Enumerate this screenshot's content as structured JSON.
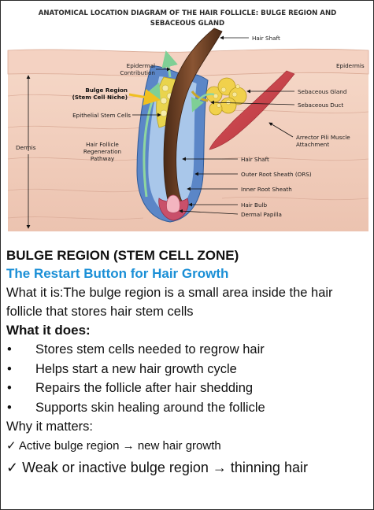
{
  "diagram": {
    "title_line1": "ANATOMICAL LOCATION DIAGRAM OF THE HAIR FOLLICLE: BULGE REGION AND",
    "title_line2": "SEBACEOUS GLAND",
    "labels": {
      "hair_shaft_top": "Hair Shaft",
      "epidermis": "Epidermis",
      "epidermal_contribution_1": "Epidermal",
      "epidermal_contribution_2": "Contribution",
      "bulge_region_1": "Bulge Region",
      "bulge_region_2": "(Stem Cell Niche)",
      "epithelial_stem_cells": "Epithelial Stem Cells",
      "sebaceous_gland": "Sebaceous Gland",
      "sebaceous_duct": "Sebaceous Duct",
      "dermis": "Dermis",
      "regen_1": "Hair Follicle",
      "regen_2": "Regeneration",
      "regen_3": "Pathway",
      "arrector_1": "Arrector Pili Muscle",
      "arrector_2": "Attachment",
      "hair_shaft_mid": "Hair Shaft",
      "ors": "Outer Root Sheath (ORS)",
      "irs": "Inner Root Sheath",
      "hair_bulb": "Hair Bulb",
      "dermal_papilla": "Dermal Papilla"
    },
    "colors": {
      "skin": "#f0cdbb",
      "follicle_blue": "#5a86c6",
      "bulge_yellow": "#e8d24a",
      "hair_brown": "#6b3d22",
      "muscle_red": "#c9424a",
      "arrow_green": "#8ed6a0"
    }
  },
  "content": {
    "heading": "BULGE REGION (STEM CELL ZONE)",
    "subheading": "The Restart Button for Hair Growth",
    "what_it_is": "What it is:The bulge region is a small area inside the hair follicle that stores hair stem cells",
    "what_it_does_heading": "What it does:",
    "bullets": [
      "Stores stem cells needed to regrow hair",
      "Helps start a new hair growth cycle",
      "Repairs the follicle after hair shedding",
      "Supports skin healing around the follicle"
    ],
    "bullet_char": "•",
    "why_heading": "Why it matters:",
    "point_1": "✓ Active bulge region → new hair growth",
    "point_2": "✓ Weak or inactive bulge region → thinning hair"
  }
}
